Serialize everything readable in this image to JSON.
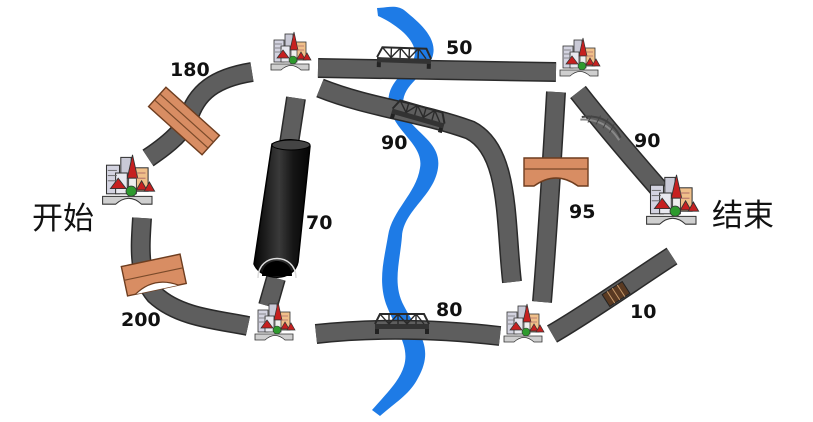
{
  "places": {
    "start_label": "开始",
    "end_label": "结束"
  },
  "weights": {
    "top_left_road": "180",
    "top_bridge": "50",
    "river_diagonal": "90",
    "tunnel": "70",
    "bottom_left_road": "200",
    "bottom_bridge": "80",
    "right_vertical": "95",
    "right_upper": "90",
    "right_lower": "10"
  },
  "colors": {
    "river": "#1e7be6",
    "road": "#5e5e5e",
    "brick_bridge": "#d88d63",
    "tunnel": "#1c1c1c",
    "truss_bridge": "#3a3a3a"
  },
  "icons": {
    "town": "town-icon",
    "truss_bridge": "truss-bridge-icon",
    "stone_bridge": "stone-bridge-icon",
    "arch_bridge": "arch-bridge-icon",
    "rope_bridge": "rope-bridge-icon",
    "tunnel": "tunnel-icon"
  }
}
